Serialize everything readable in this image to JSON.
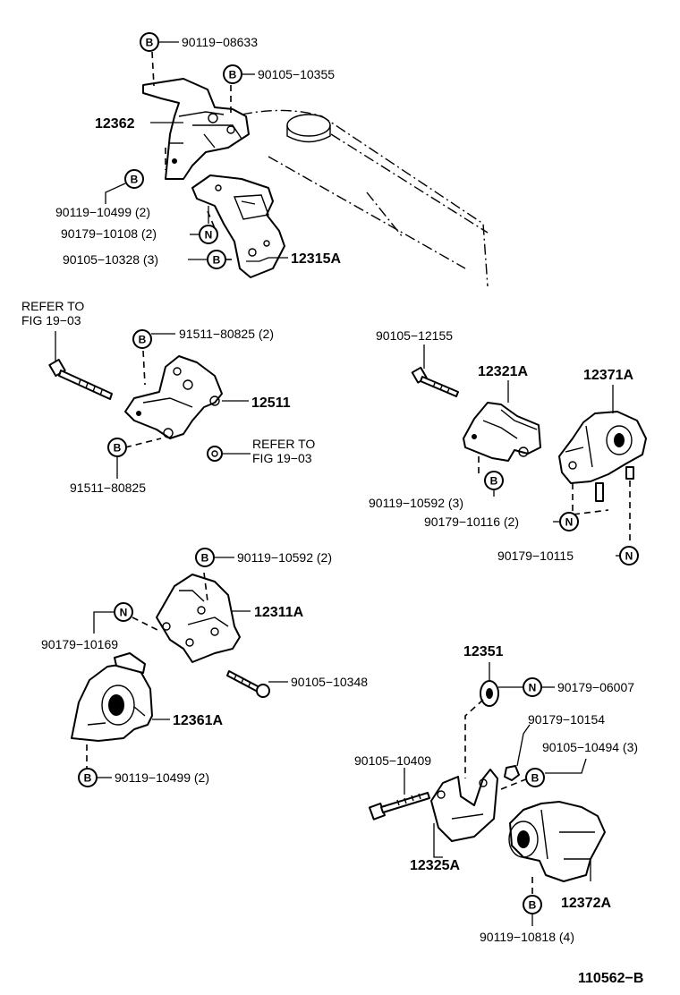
{
  "callouts": {
    "c1": {
      "badge": "B",
      "text": "90119−08633"
    },
    "c2": {
      "badge": "B",
      "text": "90105−10355"
    },
    "c3": {
      "text": "12362"
    },
    "c4": {
      "badge": "B",
      "text": "90119−10499 (2)"
    },
    "c5": {
      "badge": "N",
      "text": "90179−10108 (2)"
    },
    "c6": {
      "badge": "B",
      "text": "90105−10328 (3)"
    },
    "c7": {
      "text": "12315A"
    },
    "c8": {
      "text_line1": "REFER TO",
      "text_line2": "FIG 19−03"
    },
    "c9": {
      "badge": "B",
      "text": "91511−80825 (2)"
    },
    "c10": {
      "text": "12511"
    },
    "c11": {
      "badge": "B",
      "text": "91511−80825"
    },
    "c12": {
      "text_line1": "REFER TO",
      "text_line2": "FIG 19−03"
    },
    "c13": {
      "text": "90105−12155"
    },
    "c14": {
      "text": "12321A"
    },
    "c15": {
      "text": "12371A"
    },
    "c16": {
      "badge": "B",
      "text": "90119−10592 (3)"
    },
    "c17": {
      "badge": "N",
      "text": "90179−10116 (2)"
    },
    "c18": {
      "badge": "N",
      "text": "90179−10115"
    },
    "c19": {
      "badge": "B",
      "text": "90119−10592 (2)"
    },
    "c20": {
      "badge": "N",
      "text": "90179−10169"
    },
    "c21": {
      "text": "12311A"
    },
    "c22": {
      "text": "90105−10348"
    },
    "c23": {
      "text": "12361A"
    },
    "c24": {
      "badge": "B",
      "text": "90119−10499 (2)"
    },
    "c25": {
      "text": "12351"
    },
    "c26": {
      "badge": "N",
      "text": "90179−06007"
    },
    "c27": {
      "text": "90179−10154"
    },
    "c28": {
      "badge": "B",
      "text": "90105−10494 (3)"
    },
    "c29": {
      "text": "90105−10409"
    },
    "c30": {
      "text": "12325A"
    },
    "c31": {
      "text": "12372A"
    },
    "c32": {
      "badge": "B",
      "text": "90119−10818 (4)"
    }
  },
  "diagram_id": "110562−B"
}
